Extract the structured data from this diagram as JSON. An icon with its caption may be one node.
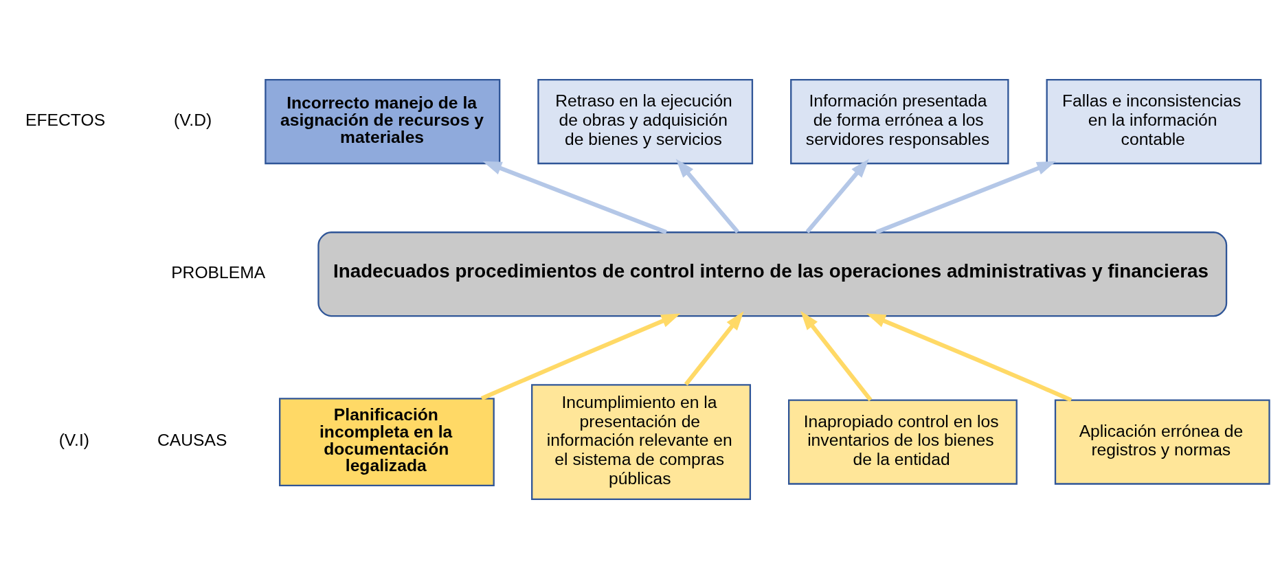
{
  "diagram": {
    "nodes": [
      {
        "text": [
          "Incorrecto manejo de la asignación de recursos y materiales"
        ]
      },
      {
        "text": [
          "Retraso en la ejecución de obras y adquisición de bienes y servicios"
        ]
      },
      {
        "text": [
          "Información presentada de forma errónea a los servidores responsables"
        ]
      },
      {
        "text": [
          "Fallas e inconsistencias en la información contable"
        ]
      },
      {
        "text": [
          "Inadecuados procedimientos de control interno de las operaciones administrativas y financieras"
        ]
      },
      {
        "text": [
          "Planificación incompleta en la documentación legalizada"
        ]
      },
      {
        "text": [
          "Incumplimiento en la presentación de información relevante en el sistema de compras públicas"
        ]
      },
      {
        "text": [
          "Inapropiado control en los inventarios de los bienes de la entidad"
        ]
      },
      {
        "text": [
          "Aplicación errónea de registros y normas"
        ]
      }
    ],
    "edges": [
      {
        "from": 4,
        "to": 0,
        "arrow": "to",
        "color": "#b4c7e7"
      },
      {
        "from": 4,
        "to": 1,
        "arrow": "to",
        "color": "#b4c7e7"
      },
      {
        "from": 4,
        "to": 2,
        "arrow": "to",
        "color": "#b4c7e7"
      },
      {
        "from": 4,
        "to": 3,
        "arrow": "to",
        "color": "#b4c7e7"
      },
      {
        "from": 5,
        "to": 4,
        "arrow": "to",
        "color": "#ffd966"
      },
      {
        "from": 6,
        "to": 4,
        "arrow": "to",
        "color": "#ffd966"
      },
      {
        "from": 7,
        "to": 4,
        "arrow": "to",
        "color": "#ffd966"
      },
      {
        "from": 8,
        "to": 4,
        "arrow": "to",
        "color": "#ffd966"
      }
    ],
    "labels": [
      "EFECTOS",
      "(V.D)",
      "PROBLEMA",
      "(V.I)",
      "CAUSAS"
    ]
  }
}
